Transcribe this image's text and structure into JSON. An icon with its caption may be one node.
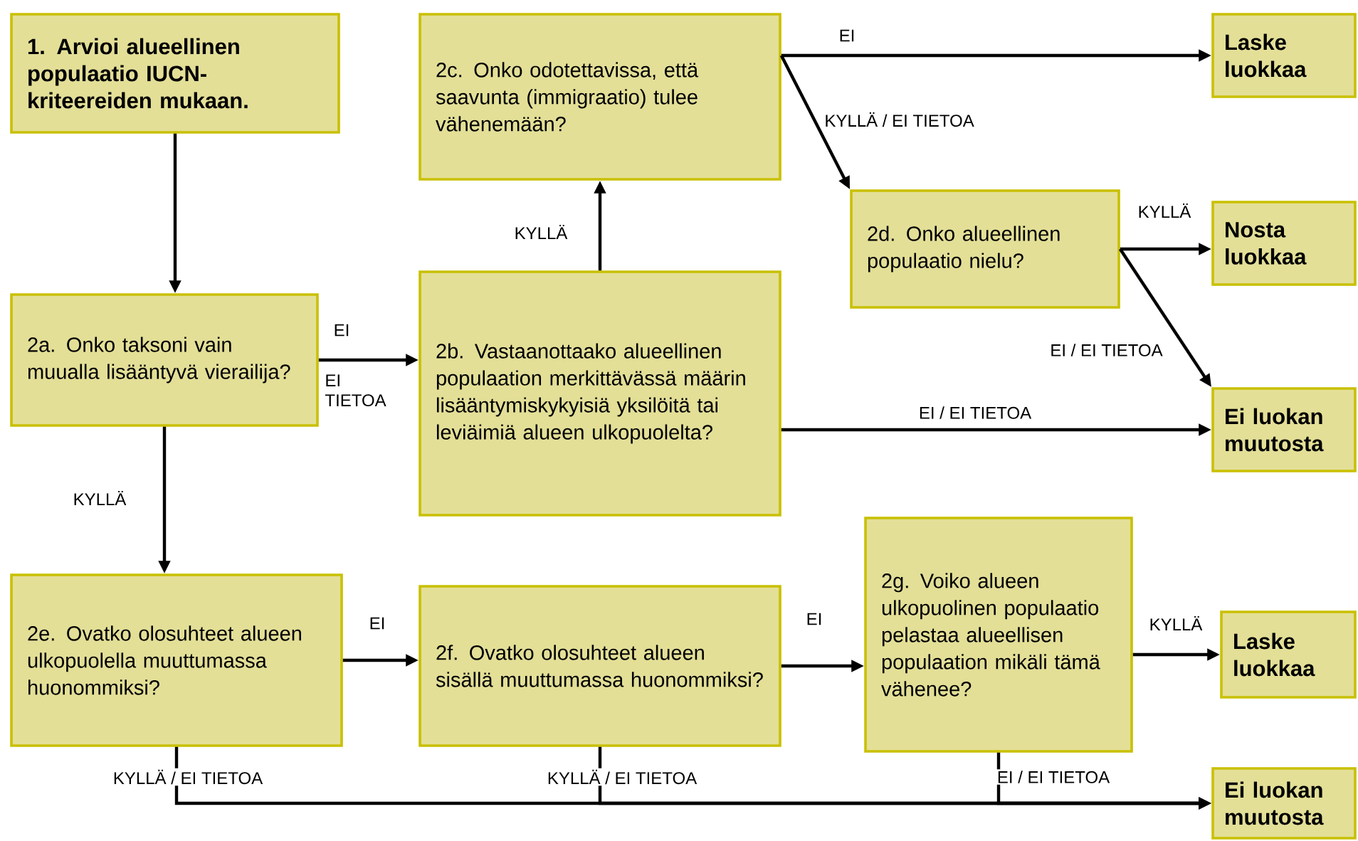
{
  "diagram": {
    "nodes": [
      {
        "text": [
          "1. Arvioi alueellinen populaatio IUCN-kriteereiden mukaan."
        ]
      },
      {
        "text": [
          "2c. Onko odotettavissa, että saavunta (immigraatio) tulee vähenemään?"
        ]
      },
      {
        "text": [
          "Laske luokkaa"
        ]
      },
      {
        "text": [
          "2d. Onko alueellinen populaatio nielu?"
        ]
      },
      {
        "text": [
          "Nosta luokkaa"
        ]
      },
      {
        "text": [
          "2a. Onko taksoni vain muualla lisääntyvä vierailija?"
        ]
      },
      {
        "text": [
          "2b. Vastaanottaako alueellinen populaation merkittävässä määrin lisääntymiskykyisiä yksilöitä tai leviäimiä alueen ulkopuolelta?"
        ]
      },
      {
        "text": [
          "Ei luokan muutosta"
        ]
      },
      {
        "text": [
          "2e. Ovatko olosuhteet alueen ulkopuolella muuttumassa huonommiksi?"
        ]
      },
      {
        "text": [
          "2f. Ovatko olosuhteet alueen sisällä muuttumassa huonommiksi?"
        ]
      },
      {
        "text": [
          "2g. Voiko alueen ulkopuolinen populaatio pelastaa alueellisen populaation mikäli tämä vähenee?"
        ]
      },
      {
        "text": [
          "Laske luokkaa"
        ]
      },
      {
        "text": [
          "Ei luokan muutosta"
        ]
      }
    ],
    "edges": [
      {
        "from": 0,
        "to": 5,
        "arrow": "to"
      },
      {
        "from": 5,
        "to": 6,
        "arrow": "to",
        "label": "EI"
      },
      {
        "from": 6,
        "to": 1,
        "arrow": "to",
        "label": "KYLLÄ"
      },
      {
        "from": 1,
        "to": 2,
        "arrow": "to",
        "label": "EI"
      },
      {
        "from": 1,
        "to": 3,
        "arrow": "to",
        "label": "KYLLÄ / EI TIETOA"
      },
      {
        "from": 3,
        "to": 4,
        "arrow": "to",
        "label": "KYLLÄ"
      },
      {
        "from": 3,
        "to": 7,
        "arrow": "to",
        "label": "EI / EI TIETOA"
      },
      {
        "from": 6,
        "to": 7,
        "arrow": "to",
        "label": "EI / EI TIETOA"
      },
      {
        "from": 5,
        "to": 8,
        "arrow": "to",
        "label": "KYLLÄ"
      },
      {
        "from": 8,
        "to": 9,
        "arrow": "to",
        "label": "EI"
      },
      {
        "from": 9,
        "to": 10,
        "arrow": "to",
        "label": "EI"
      },
      {
        "from": 10,
        "to": 11,
        "arrow": "to",
        "label": "KYLLÄ"
      },
      {
        "from": 8,
        "to": 12,
        "arrow": "to",
        "label": "KYLLÄ / EI TIETOA"
      },
      {
        "from": 9,
        "to": 12,
        "arrow": "to",
        "label": "KYLLÄ / EI TIETOA"
      },
      {
        "from": 10,
        "to": 12,
        "arrow": "to",
        "label": "EI / EI TIETOA"
      }
    ],
    "labels": [
      "EI TIETOA"
    ]
  }
}
